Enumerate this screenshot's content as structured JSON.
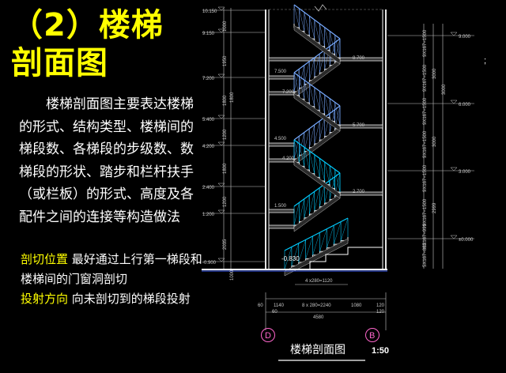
{
  "heading": [
    "（2）楼梯",
    "剖面图"
  ],
  "intro": "楼梯剖面图主要表达楼梯的形式、结构类型、楼梯间的梯段数、各梯段的步级数、数梯段的形状、踏步和栏杆扶手（或栏板）的形式、高度及各配件之间的连接等构造做法",
  "notes": {
    "cut_label": "剖切位置",
    "cut_text": "最好通过上行第一梯段和楼梯间的门窗洞剖切",
    "proj_label": "投射方向",
    "proj_text": "向未剖切到的梯段投射"
  },
  "drawing": {
    "title": "楼梯剖面图",
    "scale": "1:50",
    "axis_left": "D",
    "axis_right": "B",
    "stray_mark": ";",
    "left_elevations": [
      "10.150",
      "9.150",
      "7.200",
      "5.400",
      "4.200",
      "2.400",
      "1.200",
      "-0.900"
    ],
    "left_dims": [
      "1000",
      "1950",
      "1800",
      "1200",
      "1800",
      "1200",
      "2035",
      "1800",
      "1000"
    ],
    "landing_elevations": [
      "8.700",
      "7.500",
      "7.200",
      "5.700",
      "4.500",
      "4.200",
      "2.700",
      "1.500",
      "-0.830"
    ],
    "right_elevations": [
      "9.000",
      "6.000",
      "3.000",
      "±0.000"
    ],
    "right_dims": [
      "3000",
      "3000",
      "2999",
      "3000"
    ],
    "step_dims": [
      "9X167=1500",
      "9X167=1500",
      "9X167=1500",
      "9X167=1500",
      "9X167=1500",
      "9X167=1500",
      "6X167=999",
      "5X167=833"
    ],
    "bottom_dims": [
      "60",
      "1140",
      "8 x 280=2240",
      "1080",
      "120",
      "60",
      "120"
    ],
    "total_dim": "4580",
    "tread_dim": "4 x280=1120"
  }
}
